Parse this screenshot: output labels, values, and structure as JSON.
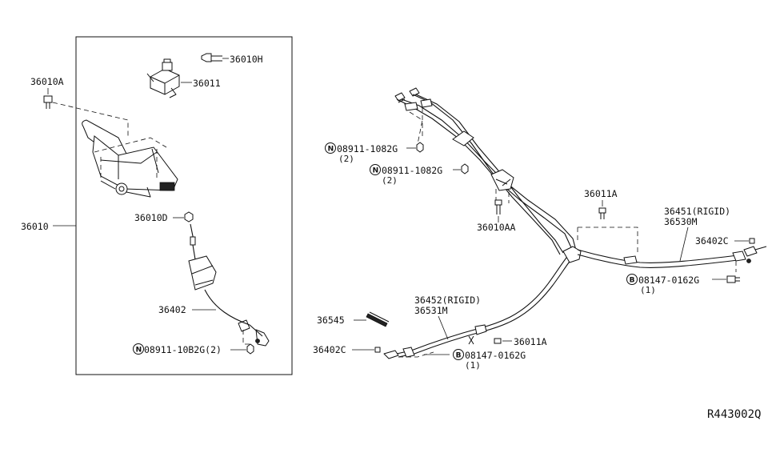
{
  "labels": {
    "p36010H": "36010H",
    "p36011": "36011",
    "p36010A": "36010A",
    "p36010": "36010",
    "p36010D": "36010D",
    "p36402_left": "36402",
    "p08911_left": "08911-10B2G(2)",
    "p08911_a": "08911-1082G",
    "p08911_a_qty": "(2)",
    "p08911_b": "08911-1082G",
    "p08911_b_qty": "(2)",
    "p36010AA": "36010AA",
    "p36011A_top": "36011A",
    "p36451": "36451(RIGID)",
    "p36530M": "36530M",
    "p36402C_right": "36402C",
    "p08147_right": "08147-0162G",
    "p08147_right_qty": "(1)",
    "p36452": "36452(RIGID)",
    "p36531M": "36531M",
    "p36545": "36545",
    "p36011A_bottom": "36011A",
    "p36402C_left": "36402C",
    "p08147_left": "08147-0162G",
    "p08147_left_qty": "(1)",
    "reference": "R443002Q"
  },
  "symbols": {
    "nut": "N",
    "bolt": "B"
  },
  "icons": [
    "parking-brake-lever-icon",
    "switch-icon",
    "clip-icon",
    "bolt-icon",
    "nut-icon",
    "cable-icon",
    "bracket-icon",
    "boot-icon",
    "heat-insulator-icon"
  ]
}
